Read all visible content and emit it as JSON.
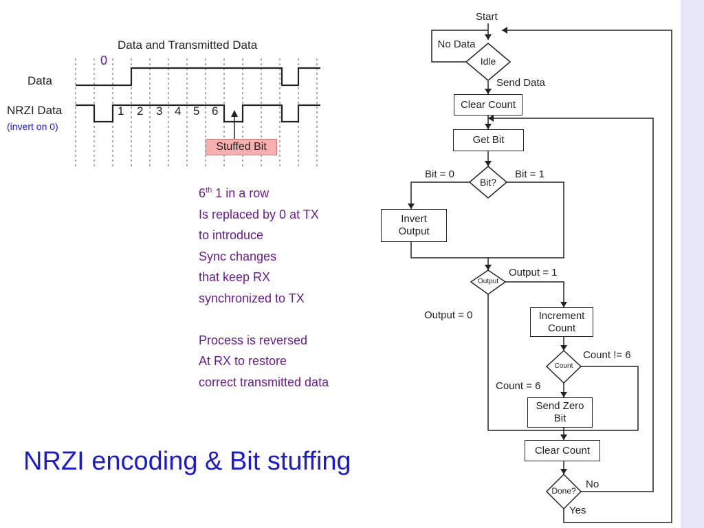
{
  "waveform": {
    "title": "Data and Transmitted Data",
    "zero_marker": "0",
    "data_label": "Data",
    "nrzi_label": "NRZI Data",
    "invert_note": "(invert on 0)",
    "bit_numbers": [
      "1",
      "2",
      "3",
      "4",
      "5",
      "6"
    ],
    "stuffed_bit": "Stuffed Bit"
  },
  "notes": {
    "lines": [
      {
        "base": "6",
        "sup": "th",
        "rest": " 1 in a row"
      },
      {
        "text": "Is replaced by 0 at TX"
      },
      {
        "text": "to introduce"
      },
      {
        "text": "Sync changes"
      },
      {
        "text": "that keep RX"
      },
      {
        "text": "synchronized to TX"
      },
      {
        "text": ""
      },
      {
        "text": "Process is reversed"
      },
      {
        "text": "At RX to restore"
      },
      {
        "text": "correct transmitted data"
      }
    ]
  },
  "slide_title": "NRZI encoding & Bit stuffing",
  "flowchart": {
    "start": "Start",
    "no_data": "No Data",
    "idle": "Idle",
    "send_data": "Send Data",
    "clear_count_1": "Clear Count",
    "get_bit": "Get Bit",
    "bit_eq_0": "Bit = 0",
    "bit_q": "Bit?",
    "bit_eq_1": "Bit = 1",
    "invert_output": [
      "Invert",
      "Output"
    ],
    "output_diamond": "Output",
    "output_eq_1": "Output = 1",
    "output_eq_0": "Output = 0",
    "increment_count": [
      "Increment",
      "Count"
    ],
    "count_diamond": "Count",
    "count_ne_6": "Count != 6",
    "count_eq_6": "Count = 6",
    "send_zero_bit": [
      "Send Zero",
      "Bit"
    ],
    "clear_count_2": "Clear Count",
    "done_q": "Done?",
    "no": "No",
    "yes": "Yes"
  },
  "colors": {
    "note_text": "#6b1c8f",
    "title_text": "#1a1ad8",
    "stuffed_highlight": "#f7b0b0",
    "sidebar": "#e7e7f9"
  }
}
